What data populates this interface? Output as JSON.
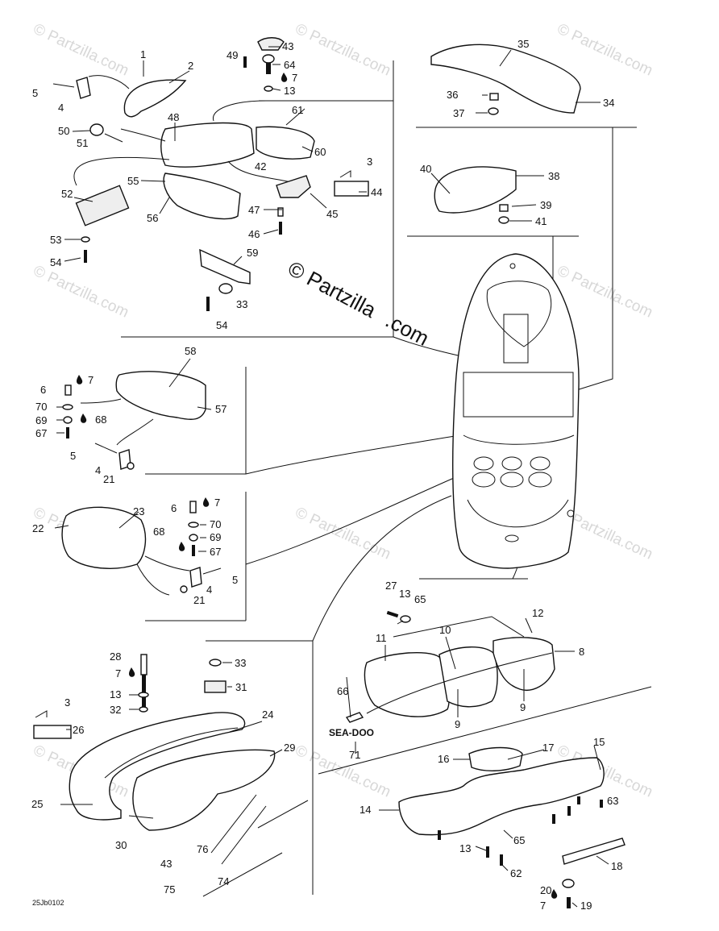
{
  "watermark": {
    "text": "© Partzilla.com",
    "main_line1": "© Partzilla",
    "main_line2": ".com"
  },
  "labels": {
    "n1": "1",
    "n2": "2",
    "n3": "3",
    "n4": "4",
    "n5": "5",
    "n6": "6",
    "n7": "7",
    "n8": "8",
    "n9": "9",
    "n10": "10",
    "n11": "11",
    "n12": "12",
    "n13": "13",
    "n14": "14",
    "n15": "15",
    "n16": "16",
    "n17": "17",
    "n18": "18",
    "n19": "19",
    "n20": "20",
    "n21": "21",
    "n22": "22",
    "n23": "23",
    "n24": "24",
    "n25": "25",
    "n26": "26",
    "n27": "27",
    "n28": "28",
    "n29": "29",
    "n30": "30",
    "n31": "31",
    "n32": "32",
    "n33": "33",
    "n34": "34",
    "n35": "35",
    "n36": "36",
    "n37": "37",
    "n38": "38",
    "n39": "39",
    "n40": "40",
    "n41": "41",
    "n42": "42",
    "n43": "43",
    "n44": "44",
    "n45": "45",
    "n46": "46",
    "n47": "47",
    "n48": "48",
    "n49": "49",
    "n50": "50",
    "n51": "51",
    "n52": "52",
    "n53": "53",
    "n54": "54",
    "n55": "55",
    "n56": "56",
    "n57": "57",
    "n58": "58",
    "n59": "59",
    "n60": "60",
    "n61": "61",
    "n62": "62",
    "n63": "63",
    "n64": "64",
    "n65": "65",
    "n66": "66",
    "n67": "67",
    "n68": "68",
    "n69": "69",
    "n70": "70",
    "n71": "71",
    "n74": "74",
    "n75": "75",
    "n76": "76"
  },
  "brand_logo_text": "SEA-DOO",
  "drawing_code": "25Jb0102"
}
